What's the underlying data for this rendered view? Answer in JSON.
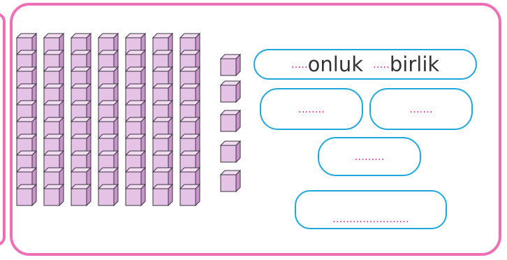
{
  "exercise": {
    "tens_rods": 7,
    "cubes_per_rod": 10,
    "ones_cubes": 5,
    "answer_row": {
      "tens_blank": ".....",
      "tens_word": "onluk",
      "ones_blank": ".....",
      "ones_word": "birlik"
    },
    "box_left_blank": "........",
    "box_right_blank": ".......",
    "box_middle_blank": ".........",
    "box_bottom_blank": "......................."
  },
  "colors": {
    "frame": "#ee6fb4",
    "box_border": "#20a8dc",
    "cube_fill": "#e5c3e6",
    "cube_top": "#f1dcf1",
    "cube_side": "#c994cc",
    "blank_dots": "#e8309a"
  }
}
